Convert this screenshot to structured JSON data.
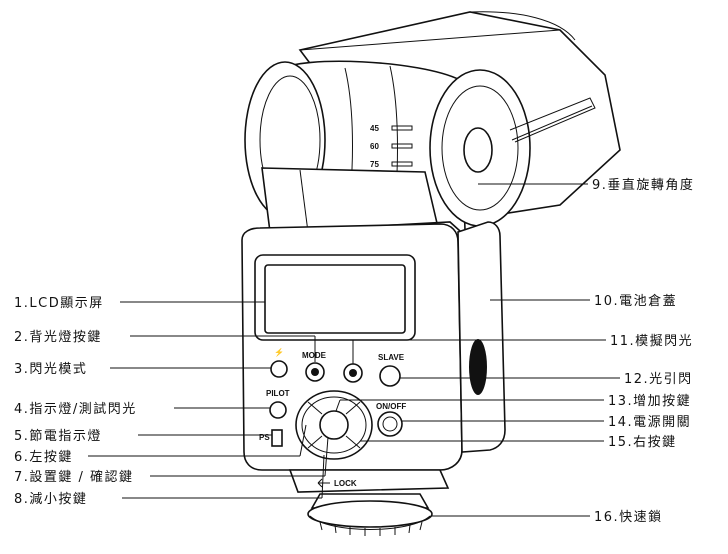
{
  "callouts": {
    "c1": "1.LCD顯示屏",
    "c2": "2.背光燈按鍵",
    "c3": "3.閃光模式",
    "c4": "4.指示燈/測試閃光",
    "c5": "5.節電指示燈",
    "c6": "6.左按鍵",
    "c7": "7.設置鍵 / 確認鍵",
    "c8": "8.減小按鍵",
    "c9": "9.垂直旋轉角度",
    "c10": "10.電池倉蓋",
    "c11": "11.模擬閃光",
    "c12": "12.光引閃",
    "c13": "13.增加按鍵",
    "c14": "14.電源開關",
    "c15": "15.右按鍵",
    "c16": "16.快速鎖"
  },
  "device_labels": {
    "mode": "MODE",
    "slave": "SLAVE",
    "pilot": "PILOT",
    "onoff": "ON/OFF",
    "lock": "LOCK",
    "ps": "PS",
    "angle_45": "45",
    "angle_60": "60",
    "angle_75": "75"
  }
}
